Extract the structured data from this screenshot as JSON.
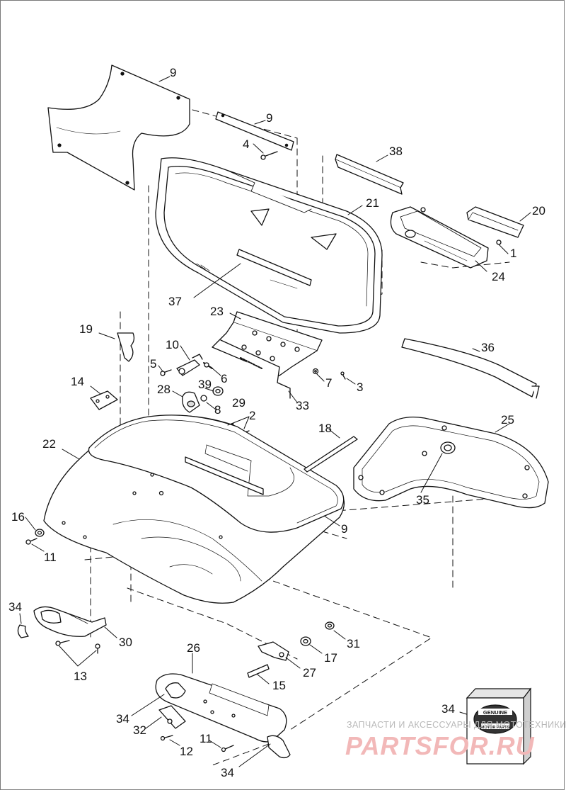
{
  "callouts": {
    "c1": "1",
    "c2": "2",
    "c3": "3",
    "c4": "4",
    "c5": "5",
    "c6": "6",
    "c7": "7",
    "c8": "8",
    "c9a": "9",
    "c9b": "9",
    "c9c": "9",
    "c10": "10",
    "c11a": "11",
    "c11b": "11",
    "c12": "12",
    "c13": "13",
    "c14": "14",
    "c15": "15",
    "c16": "16",
    "c17": "17",
    "c18": "18",
    "c19": "19",
    "c20": "20",
    "c21": "21",
    "c22": "22",
    "c23": "23",
    "c24": "24",
    "c25": "25",
    "c26": "26",
    "c27": "27",
    "c28": "28",
    "c29": "29",
    "c30": "30",
    "c31": "31",
    "c32": "32",
    "c33": "33",
    "c34a": "34",
    "c34b": "34",
    "c34c": "34",
    "c34d": "34",
    "c35": "35",
    "c36": "36",
    "c37": "37",
    "c38": "38",
    "c39": "39"
  },
  "watermark": {
    "subtitle": "ЗАПЧАСТИ И АКСЕССУАРЫ ДЛЯ МОТОТЕХНИКИ",
    "brand": "PARTSFOR.RU"
  },
  "package_label": {
    "line1": "GENUINE",
    "line2": "MOTOR PARTS"
  },
  "colors": {
    "line": "#111111",
    "part_fill": "#ffffff",
    "shade": "#dcdcdc",
    "watermark_brand": "#f2b8b8",
    "watermark_text": "#b9b9b9"
  }
}
